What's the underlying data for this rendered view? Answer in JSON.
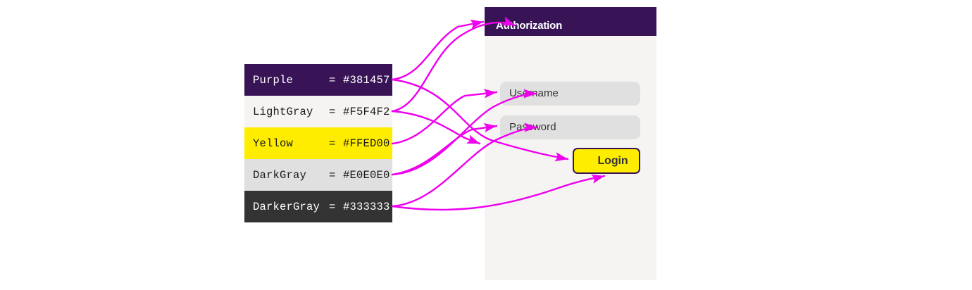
{
  "legend": {
    "rows": [
      {
        "name": "Purple",
        "eq": "=",
        "hex": "#381457",
        "swatch": "#381457",
        "text": "#FFFFFF"
      },
      {
        "name": "LightGray",
        "eq": "=",
        "hex": "#F5F4F2",
        "swatch": "#F5F4F2",
        "text": "#1A1A1A"
      },
      {
        "name": "Yellow",
        "eq": "=",
        "hex": "#FFED00",
        "swatch": "#FFED00",
        "text": "#1A1A1A"
      },
      {
        "name": "DarkGray",
        "eq": "=",
        "hex": "#E0E0E0",
        "swatch": "#E0E0E0",
        "text": "#1A1A1A"
      },
      {
        "name": "DarkerGray",
        "eq": "=",
        "hex": "#333333",
        "swatch": "#333333",
        "text": "#FFFFFF"
      }
    ]
  },
  "panel": {
    "title": "Authorization",
    "header_bg": "#381457",
    "header_text": "#FFFFFF",
    "body_bg": "#F5F4F2",
    "fields": [
      {
        "label": "Username",
        "bg": "#E0E0E0",
        "text": "#333333"
      },
      {
        "label": "Password",
        "bg": "#E0E0E0",
        "text": "#333333"
      }
    ],
    "login": {
      "label": "Login",
      "fill": "#FFED00",
      "border": "#381457",
      "text": "#333333"
    }
  },
  "annotation": {
    "arrow_color": "#EE00EE",
    "arrow_width": 2.4,
    "mappings": [
      {
        "from": "Purple",
        "to": "panel-header-background"
      },
      {
        "from": "Purple",
        "to": "login-button-border"
      },
      {
        "from": "LightGray",
        "to": "panel-body-background"
      },
      {
        "from": "Yellow",
        "to": "login-button-fill"
      },
      {
        "from": "DarkGray",
        "to": "username-field-background"
      },
      {
        "from": "DarkGray",
        "to": "password-field-background"
      },
      {
        "from": "DarkerGray",
        "to": "field-label-text"
      },
      {
        "from": "DarkerGray",
        "to": "login-button-text"
      }
    ]
  }
}
